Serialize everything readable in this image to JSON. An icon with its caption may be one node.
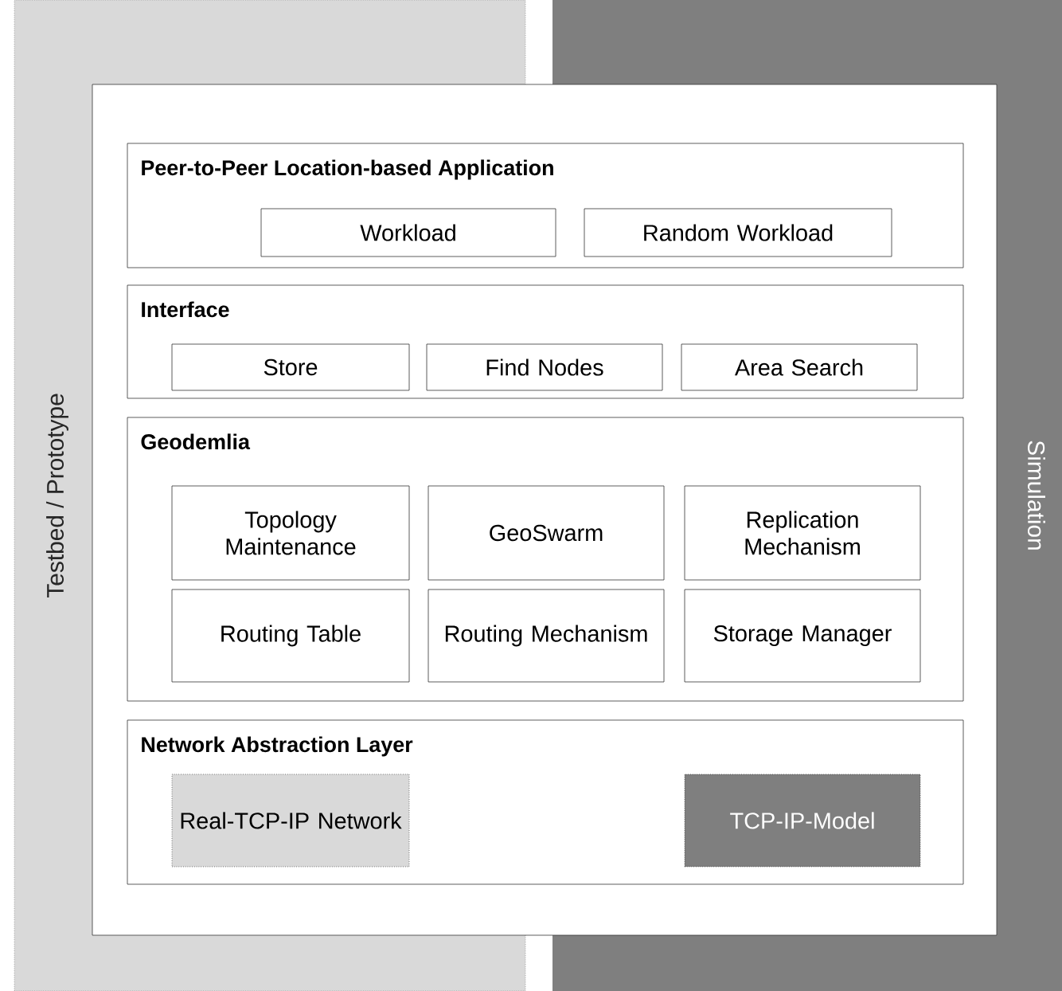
{
  "diagram": {
    "nodes": [
      {
        "text": [
          "Testbed / Prototype"
        ]
      },
      {
        "text": [
          "Simulation"
        ]
      },
      {
        "text": [],
        "shape": "box"
      },
      {
        "text": [
          "Peer-to-Peer Location-based Application"
        ],
        "in": 2
      },
      {
        "text": [
          "Workload"
        ],
        "in": 3
      },
      {
        "text": [
          "Random Workload"
        ]
      },
      {
        "text": [
          "Interface"
        ],
        "in": 2
      },
      {
        "text": [
          "Store"
        ]
      },
      {
        "text": [
          "Find Nodes"
        ],
        "in": 6
      },
      {
        "text": [
          "Area Search"
        ]
      },
      {
        "text": [
          "Geodemlia"
        ],
        "in": 2
      },
      {
        "text": [
          "Topology Maintenance"
        ]
      },
      {
        "text": [
          "GeoSwarm"
        ],
        "in": 10
      },
      {
        "text": [
          "Replication Mechanism"
        ]
      },
      {
        "text": [
          "Routing Table"
        ]
      },
      {
        "text": [
          "Routing Mechanism"
        ],
        "in": 10
      },
      {
        "text": [
          "Storage Manager"
        ]
      },
      {
        "text": [
          "Network Abstraction Layer"
        ],
        "in": 2
      },
      {
        "text": [
          "Real-TCP-IP Network"
        ]
      },
      {
        "text": [
          "TCP-IP-Model"
        ]
      }
    ]
  }
}
